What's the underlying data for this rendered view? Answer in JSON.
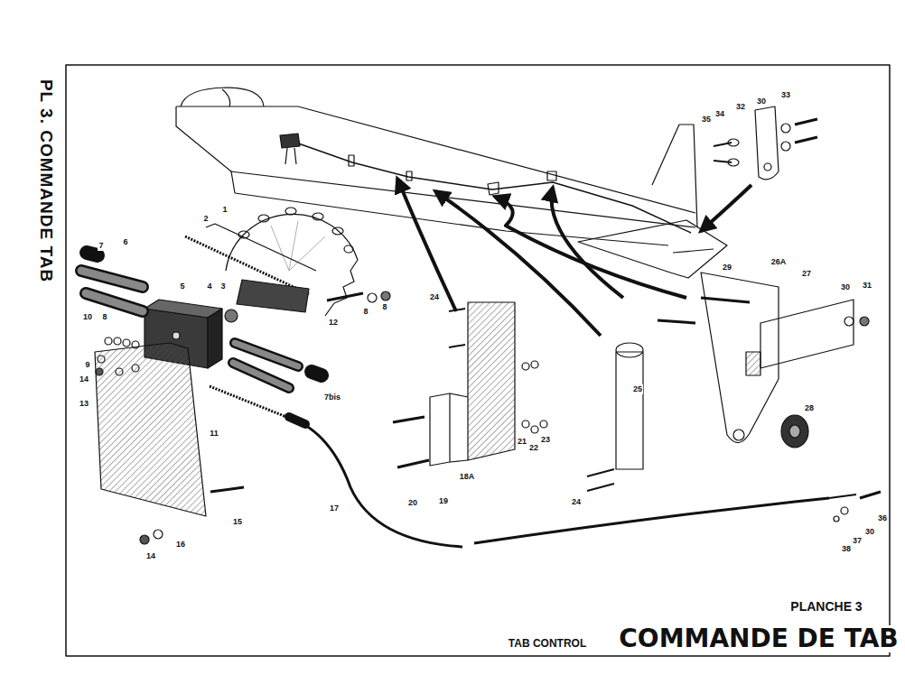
{
  "diagram": {
    "title": "COMMANDE DE TAB",
    "labels": [
      "PL 3. COMMANDE TAB",
      "PLANCHE 3",
      "TAB CONTROL",
      "7",
      "6",
      "2",
      "1",
      "5",
      "4",
      "3",
      "10",
      "8",
      "9",
      "14",
      "13",
      "11",
      "15",
      "16",
      "14",
      "12",
      "8",
      "8",
      "7bis",
      "17",
      "24",
      "18A",
      "19",
      "20",
      "21",
      "22",
      "23",
      "25",
      "24",
      "29",
      "26A",
      "27",
      "30",
      "31",
      "28",
      "33",
      "30",
      "32",
      "34",
      "35",
      "36",
      "30",
      "37",
      "38"
    ]
  }
}
